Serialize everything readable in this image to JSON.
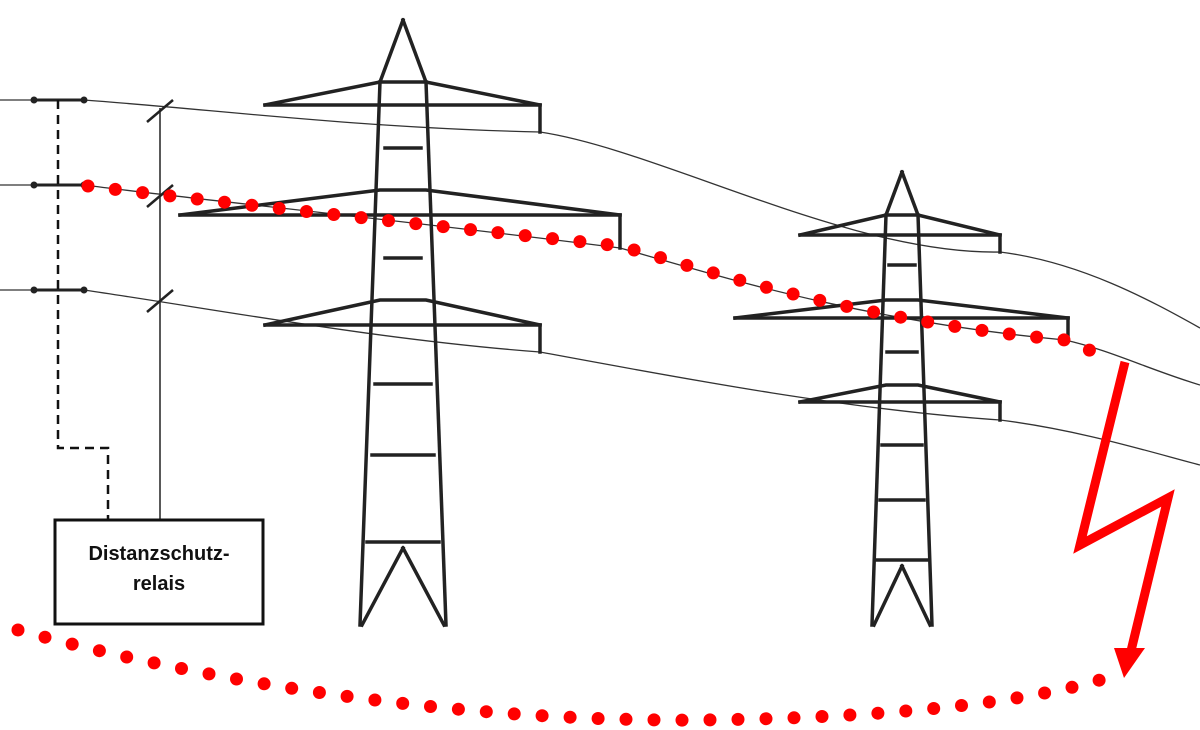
{
  "relay": {
    "label_line1": "Distanzschutz-",
    "label_line2": "relais"
  },
  "colors": {
    "fault_path": "#ff0000",
    "structure": "#222222"
  },
  "icons": [
    "transmission-tower",
    "lightning-bolt",
    "circuit-breaker"
  ]
}
